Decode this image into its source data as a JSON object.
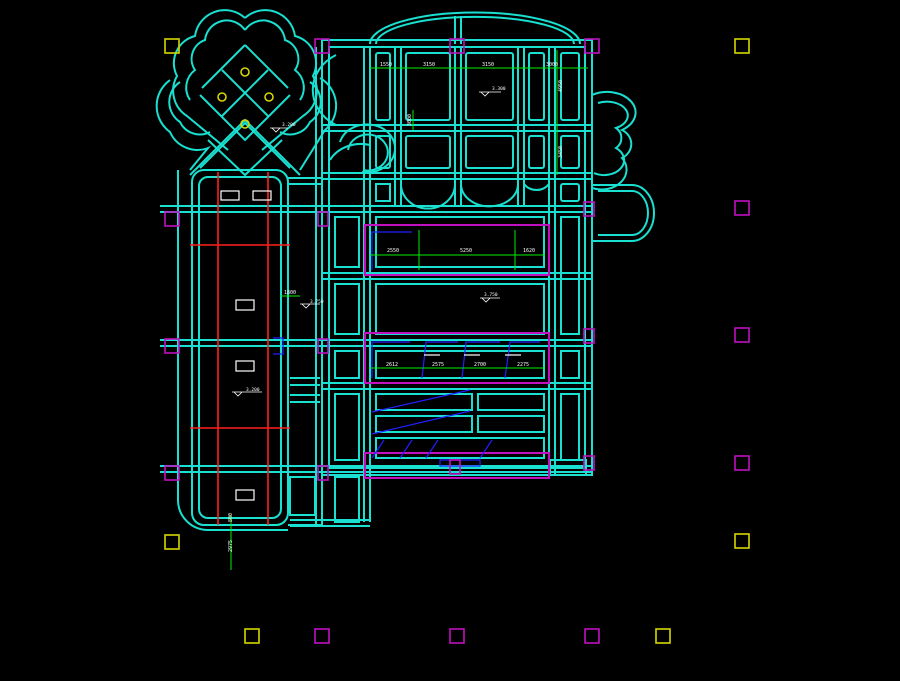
{
  "colors": {
    "background": "#000000",
    "beam": "#19e0d0",
    "column": "#c010c0",
    "grid_marker": "#d6d600",
    "dimension": "#00ee00",
    "accent_red": "#ff2020",
    "stair_blue": "#2020ff",
    "text": "#ffffff"
  },
  "dimensions": {
    "top_row": [
      "1550",
      "3150",
      "3150",
      "3000"
    ],
    "top_right_v1": "4950",
    "top_right_v2": "3450",
    "small_v": "3000",
    "room_top": [
      "2550",
      "5250",
      "1620"
    ],
    "room_bottom": [
      "2612",
      "2575",
      "2700",
      "2275"
    ],
    "left_h": "1800",
    "bottom_v1": "800",
    "bottom_v2": "2975"
  },
  "levels": {
    "garden": "3.200",
    "top_room": "3.300",
    "center_room": "3.750",
    "left_mid": "3.750",
    "left_corridor": "3.200"
  }
}
